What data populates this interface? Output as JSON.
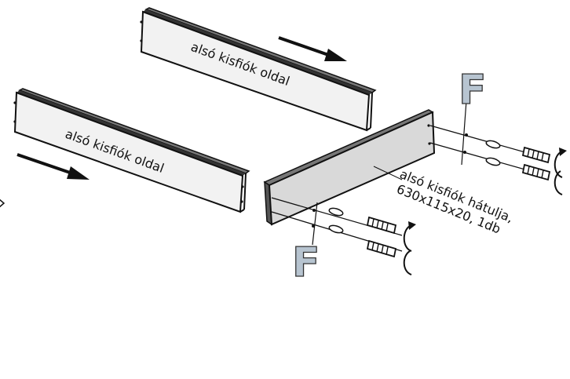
{
  "labels": {
    "panel_top": "alsó kisfiók oldal",
    "panel_left": "alsó kisfiók oldal",
    "back_line1": "alsó kisfiók hátulja,",
    "back_line2": "630x115x20, 1db",
    "letter_top": "F",
    "letter_bottom": "F"
  },
  "colors": {
    "panel_fill": "#f2f2f2",
    "back_fill": "#d9d9d9",
    "letter_fill": "#b7c4d0",
    "outline": "#111111"
  }
}
